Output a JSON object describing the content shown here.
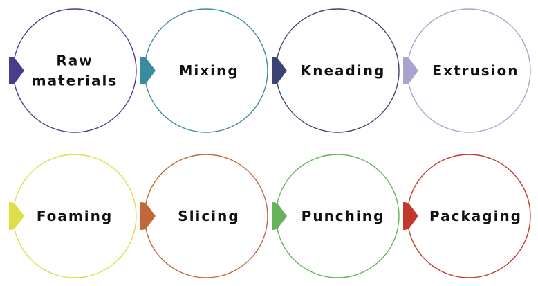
{
  "steps": [
    {
      "lines": [
        "Raw",
        "materials"
      ],
      "color": "#4a3b8f"
    },
    {
      "lines": [
        "Mixing"
      ],
      "color": "#3a8aa0"
    },
    {
      "lines": [
        "Kneading"
      ],
      "color": "#3b4470"
    },
    {
      "lines": [
        "Extrusion"
      ],
      "color": "#aaa3cf"
    },
    {
      "lines": [
        "Foaming"
      ],
      "color": "#dede48"
    },
    {
      "lines": [
        "Slicing"
      ],
      "color": "#c0683a"
    },
    {
      "lines": [
        "Punching"
      ],
      "color": "#66b25a"
    },
    {
      "lines": [
        "Packaging"
      ],
      "color": "#c0392b"
    }
  ]
}
